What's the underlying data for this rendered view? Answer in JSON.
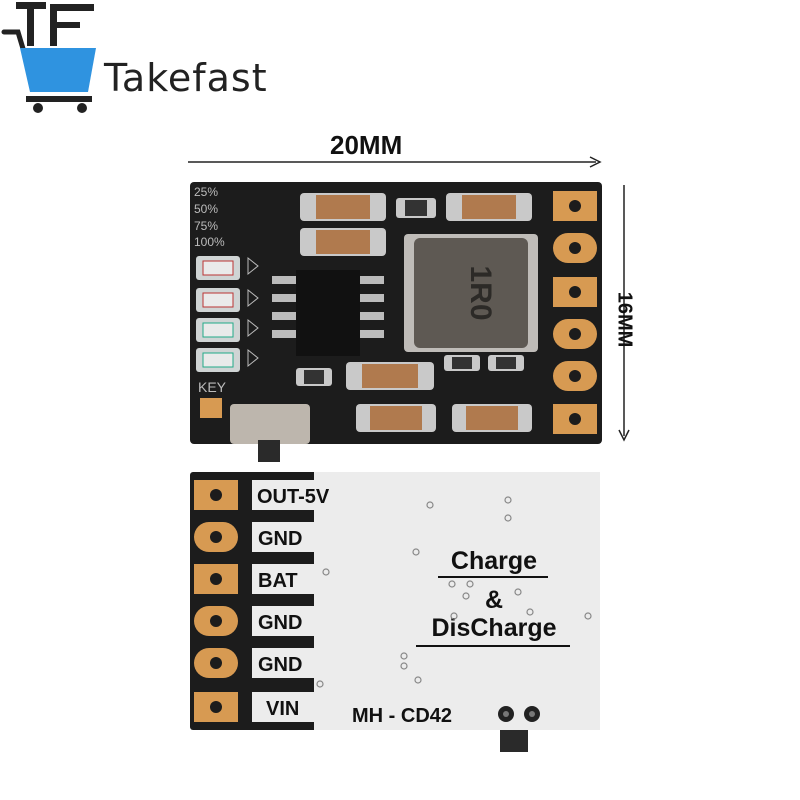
{
  "brand": {
    "logo_text": "TF",
    "name": "Takefast"
  },
  "dimensions": {
    "width": "20MM",
    "height": "16MM"
  },
  "top_board": {
    "led_levels": [
      "25%",
      "50%",
      "75%",
      "100%"
    ],
    "key_label": "KEY",
    "inductor_marking": "1R0"
  },
  "bottom_board": {
    "pin_labels": [
      "OUT-5V",
      "GND",
      "BAT",
      "GND",
      "GND",
      "VIN"
    ],
    "title_line1": "Charge",
    "title_line2": "&",
    "title_line3": "DisCharge",
    "model": "MH - CD42"
  },
  "colors": {
    "pcb_black": "#1c1c1c",
    "pcb_white": "#ececec",
    "pad_gold": "#d79a52",
    "brand_blue": "#2f93e0"
  }
}
